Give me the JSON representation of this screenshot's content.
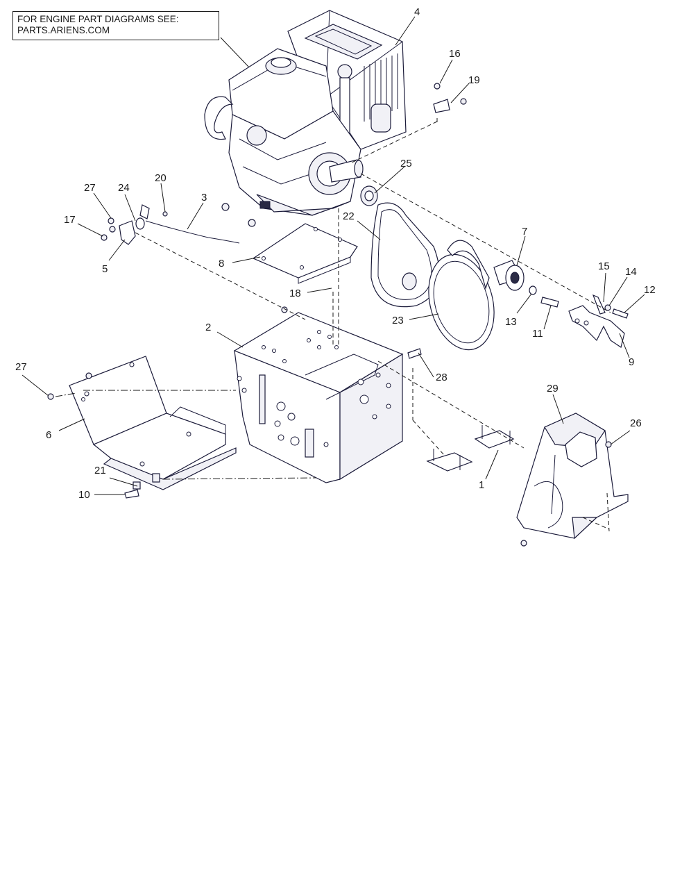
{
  "note": {
    "line1": "FOR ENGINE PART DIAGRAMS SEE:",
    "line2": "PARTS.ARIENS.COM"
  },
  "callouts": {
    "c1": "1",
    "c2": "2",
    "c3": "3",
    "c4": "4",
    "c5": "5",
    "c6": "6",
    "c7": "7",
    "c8": "8",
    "c9": "9",
    "c10": "10",
    "c11": "11",
    "c12": "12",
    "c13": "13",
    "c14": "14",
    "c15": "15",
    "c16": "16",
    "c17": "17",
    "c18": "18",
    "c19": "19",
    "c20": "20",
    "c21": "21",
    "c22": "22",
    "c23": "23",
    "c24": "24",
    "c25": "25",
    "c26": "26",
    "c27a": "27",
    "c27b": "27",
    "c28": "28",
    "c29": "29"
  },
  "colors": {
    "line": "#1b1b3a",
    "background": "#ffffff"
  }
}
